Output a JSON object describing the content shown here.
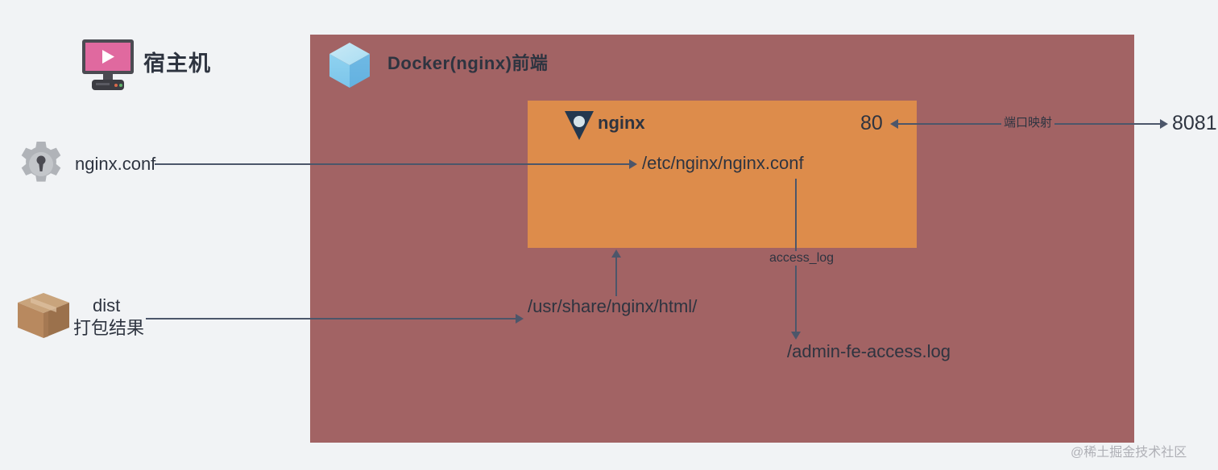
{
  "diagram": {
    "title_host": "宿主机",
    "background_color": "#f1f3f5",
    "docker_panel": {
      "title": "Docker(nginx)前端",
      "color": "#a26364",
      "icon": "docker-cube-icon"
    },
    "nginx_panel": {
      "title": "nginx",
      "color": "#dd8c4b",
      "icon": "nginx-triangle-icon",
      "port_internal": "80"
    },
    "host": {
      "icon": "monitor-icon",
      "label": "宿主机",
      "port_external": "8081"
    },
    "port_mapping": {
      "label": "端口映射",
      "internal": "80",
      "external": "8081"
    },
    "config_file": {
      "icon": "gear-icon",
      "label": "nginx.conf",
      "target_path": "/etc/nginx/nginx.conf"
    },
    "dist_artifact": {
      "icon": "package-box-icon",
      "label": "dist",
      "sublabel": "打包结果",
      "target_path": "/usr/share/nginx/html/"
    },
    "access_log": {
      "label": "access_log",
      "target_path": "/admin-fe-access.log"
    },
    "watermark": "@稀土掘金技术社区",
    "colors": {
      "docker_panel": "#a26364",
      "nginx_panel": "#dd8c4b",
      "line": "#4c566a",
      "text": "#2e3440",
      "monitor_screen": "#e0699f",
      "gear": "#b0b3b8",
      "box": "#b8895f"
    }
  }
}
